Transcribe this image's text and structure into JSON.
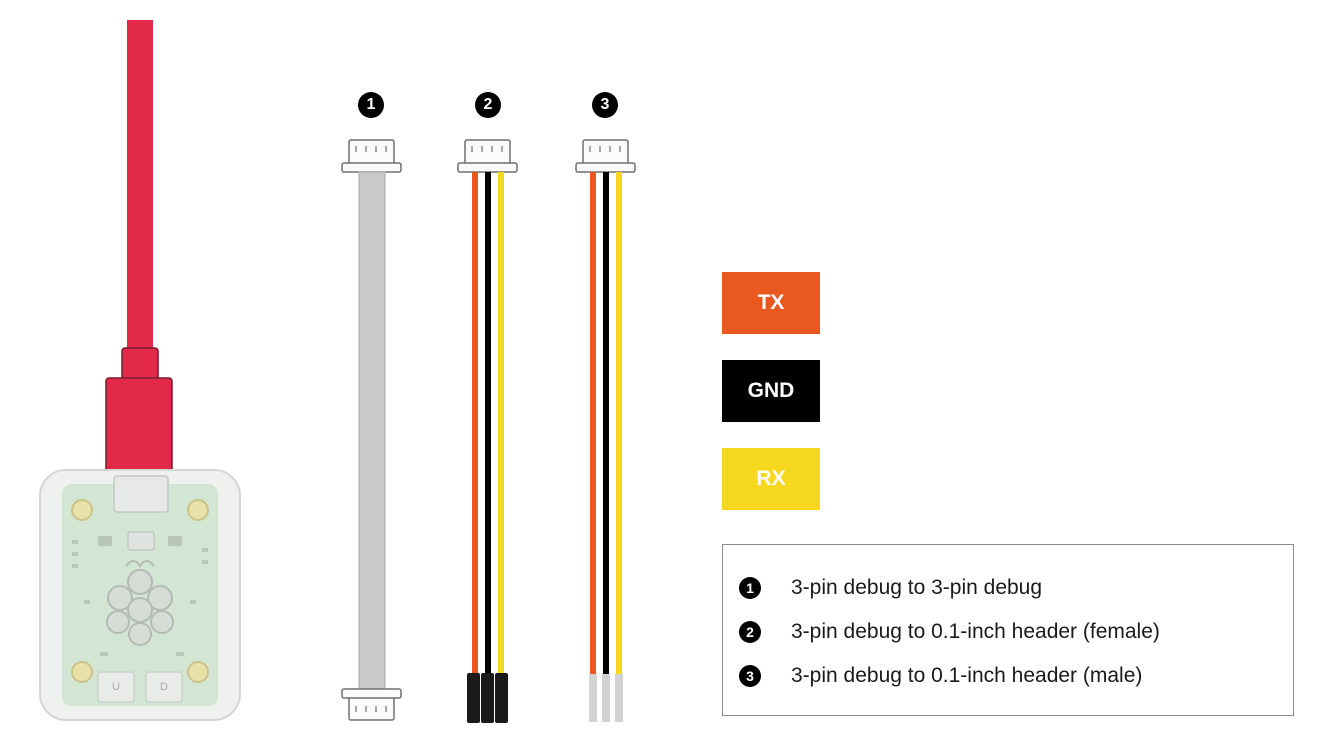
{
  "colors": {
    "usb_cable": "#e2294a",
    "tx": "#e9591f",
    "gnd": "#000000",
    "rx": "#f6d81f",
    "ribbon": "#c9c9c9",
    "board": "#cfe3cf"
  },
  "cables": [
    {
      "number": "1"
    },
    {
      "number": "2"
    },
    {
      "number": "3"
    }
  ],
  "probe": {
    "button_labels": [
      "U",
      "D"
    ],
    "logo_icon": "raspberry-pi-logo-icon"
  },
  "wire_key": [
    {
      "label": "TX"
    },
    {
      "label": "GND"
    },
    {
      "label": "RX"
    }
  ],
  "legend": [
    {
      "number": "1",
      "text": "3-pin debug to 3-pin debug"
    },
    {
      "number": "2",
      "text": "3-pin debug to 0.1-inch header (female)"
    },
    {
      "number": "3",
      "text": "3-pin debug to 0.1-inch header (male)"
    }
  ]
}
